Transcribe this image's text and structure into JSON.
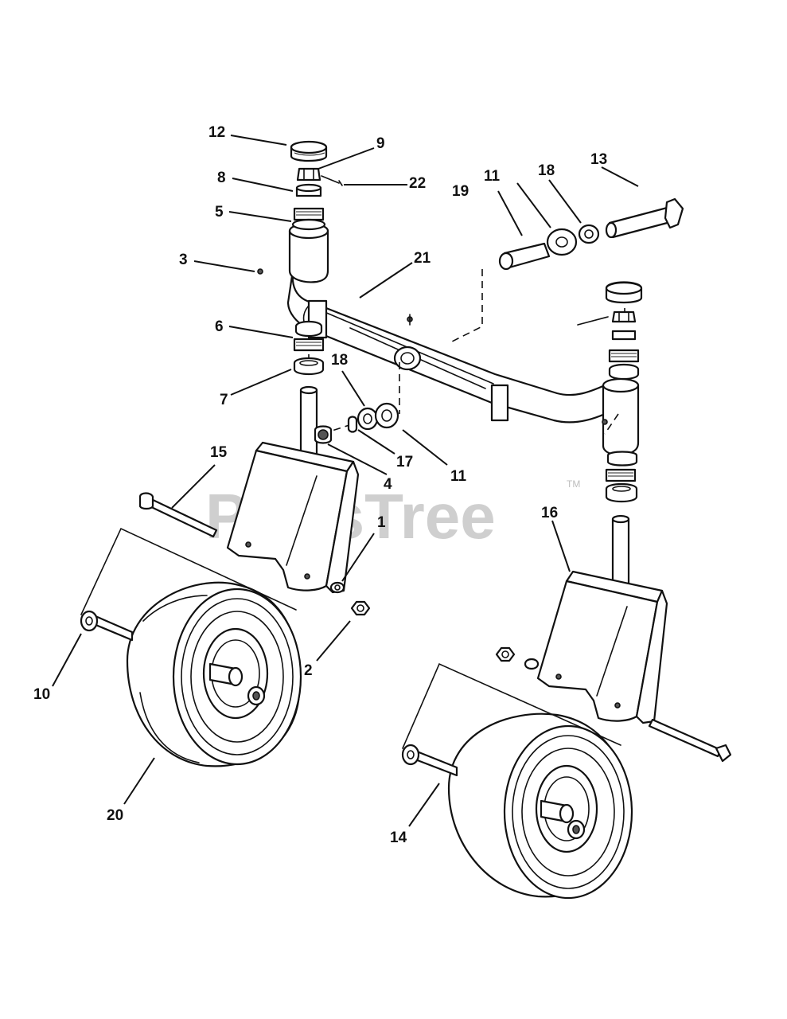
{
  "watermark": {
    "text": "PartsTree",
    "trademark": "TM"
  },
  "callouts": [
    "1",
    "2",
    "3",
    "4",
    "5",
    "6",
    "7",
    "8",
    "9",
    "10",
    "11",
    "11",
    "12",
    "13",
    "14",
    "15",
    "16",
    "17",
    "18",
    "18",
    "19",
    "20",
    "21",
    "22"
  ],
  "colors": {
    "ink": "#111111",
    "watermark": "#cfcfcf",
    "background": "#ffffff"
  }
}
